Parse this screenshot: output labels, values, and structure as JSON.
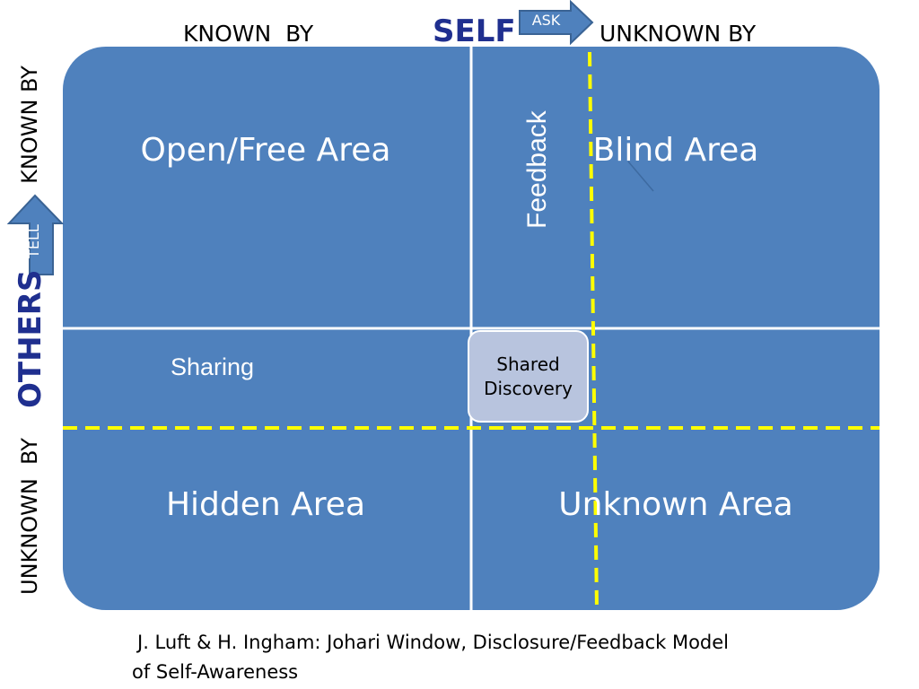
{
  "header": {
    "known_by": "KNOWN  BY",
    "self": "SELF",
    "ask": "ASK",
    "unknown_by": "UNKNOWN BY"
  },
  "side": {
    "known_by": "KNOWN BY",
    "tell": "TELL",
    "others": "OTHERS",
    "unknown_by": "UNKNOWN  BY"
  },
  "quadrants": {
    "open": "Open/Free Area",
    "blind": "Blind Area",
    "hidden": "Hidden Area",
    "unknown": "Unknown Area"
  },
  "labels": {
    "feedback": "Feedback",
    "sharing": "Sharing",
    "shared_discovery_line1": "Shared",
    "shared_discovery_line2": "Discovery"
  },
  "citation": {
    "line1": "J. Luft & H. Ingham: Johari Window, Disclosure/Feedback Model",
    "line2": "of Self-Awareness"
  },
  "colors": {
    "panel": "#4f81bd",
    "arrow_fill": "#4f81bd",
    "dashed_line": "#ffff00",
    "shared_box": "#b8c4de",
    "heading": "#1f2f8f"
  }
}
